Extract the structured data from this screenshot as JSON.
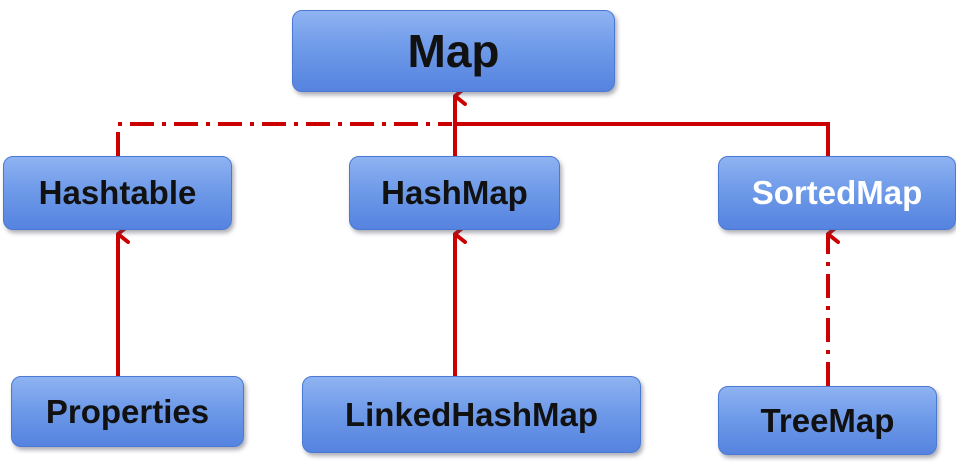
{
  "nodes": {
    "map": "Map",
    "hashtable": "Hashtable",
    "hashmap": "HashMap",
    "sortedmap": "SortedMap",
    "properties": "Properties",
    "linkedhashmap": "LinkedHashMap",
    "treemap": "TreeMap"
  },
  "edges": [
    {
      "from": "Hashtable",
      "to": "Map",
      "style": "dash-dot"
    },
    {
      "from": "HashMap",
      "to": "Map",
      "style": "solid"
    },
    {
      "from": "SortedMap",
      "to": "Map",
      "style": "solid"
    },
    {
      "from": "Properties",
      "to": "Hashtable",
      "style": "solid"
    },
    {
      "from": "LinkedHashMap",
      "to": "HashMap",
      "style": "solid"
    },
    {
      "from": "TreeMap",
      "to": "SortedMap",
      "style": "dash-dot"
    }
  ],
  "colors": {
    "connector": "#cc0000",
    "node_fill": "#6f9be9",
    "node_border": "#4a78d2"
  }
}
